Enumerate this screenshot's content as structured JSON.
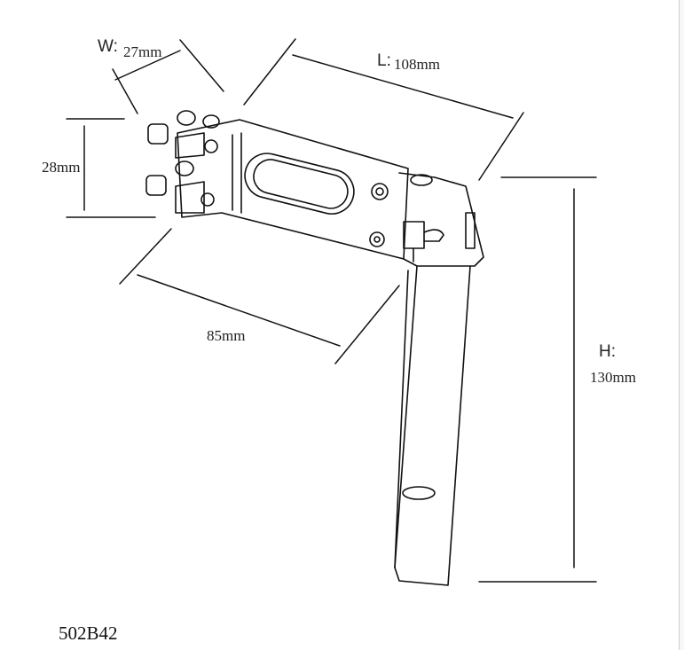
{
  "dimensions": {
    "width": {
      "prefix": "W:",
      "value": "27mm"
    },
    "length": {
      "prefix": "L:",
      "value": "108mm"
    },
    "height_clamp": {
      "value": "28mm"
    },
    "arm_length": {
      "value": "85mm"
    },
    "height": {
      "prefix": "H:",
      "value": "130mm"
    }
  },
  "part_code": "502B42"
}
